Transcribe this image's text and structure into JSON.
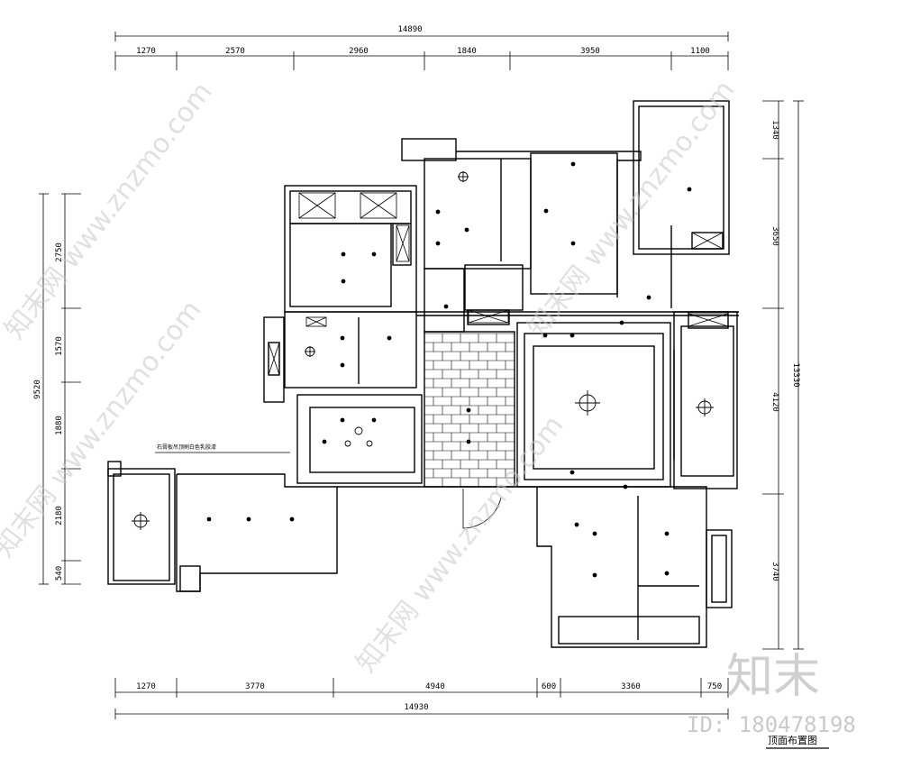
{
  "dims": {
    "top_total": "14890",
    "top_segments": [
      "1270",
      "2570",
      "2960",
      "1840",
      "3950",
      "1100"
    ],
    "bottom_total": "14930",
    "bottom_segments": [
      "1270",
      "3770",
      "4940",
      "600",
      "3360",
      "750"
    ],
    "left_total": "9520",
    "left_segments": [
      "2750",
      "1570",
      "1880",
      "2180",
      "540"
    ],
    "right_total": "13330",
    "right_segments": [
      "1340",
      "3650",
      "4120",
      "3740"
    ]
  },
  "annotation_left": "石膏板吊顶刷白色乳胶漆",
  "drawing_title": "顶面布置图",
  "watermark": "知末网 www.znzmo.com",
  "brand_mark": "知末",
  "id_text": "ID: 180478198",
  "colors": {
    "line": "#000000",
    "hatch": "#333333",
    "watermark": "#c8c8c8"
  }
}
